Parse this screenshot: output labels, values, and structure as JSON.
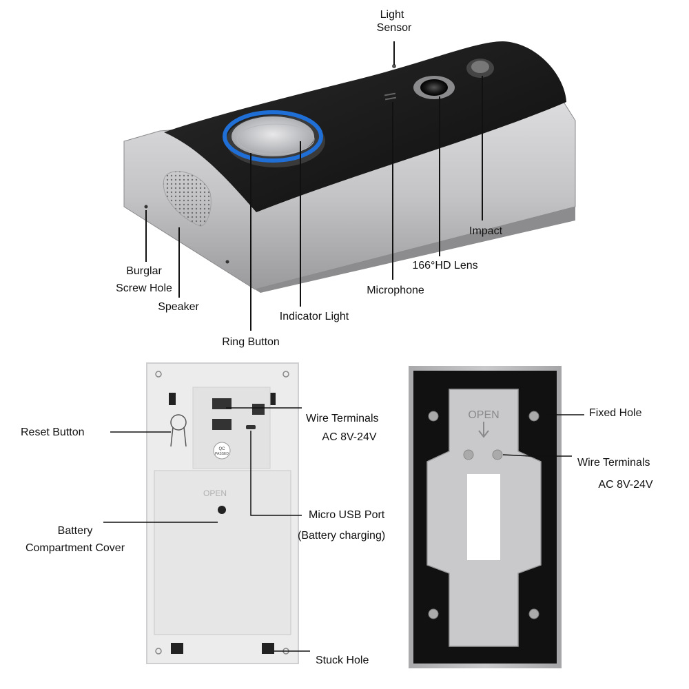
{
  "labels": {
    "light_sensor_1": "Light",
    "light_sensor_2": "Sensor",
    "impact": "Impact",
    "hd_lens": "166°HD Lens",
    "microphone": "Microphone",
    "burglar": "Burglar",
    "screw_hole": "Screw Hole",
    "speaker": "Speaker",
    "indicator_light": "Indicator Light",
    "ring_button": "Ring Button",
    "reset_button": "Reset Button",
    "wire_terminals_back": "Wire Terminals",
    "ac_back": "AC 8V-24V",
    "micro_usb": "Micro USB Port",
    "battery_charging": "(Battery charging)",
    "battery_1": "Battery",
    "battery_2": "Compartment Cover",
    "fixed_hole": "Fixed Hole",
    "wire_terminals_plate": "Wire Terminals",
    "ac_plate": "AC 8V-24V",
    "stuck_hole": "Stuck Hole"
  },
  "device_marks": {
    "back_open": "OPEN",
    "qc_1": "QC",
    "qc_2": "PASSED",
    "plate_open": "OPEN"
  },
  "colors": {
    "black_panel": "#1b1b1b",
    "ring_blue": "#1f6fd6",
    "silver": "#c4c4c6",
    "back_white": "#ececec"
  }
}
